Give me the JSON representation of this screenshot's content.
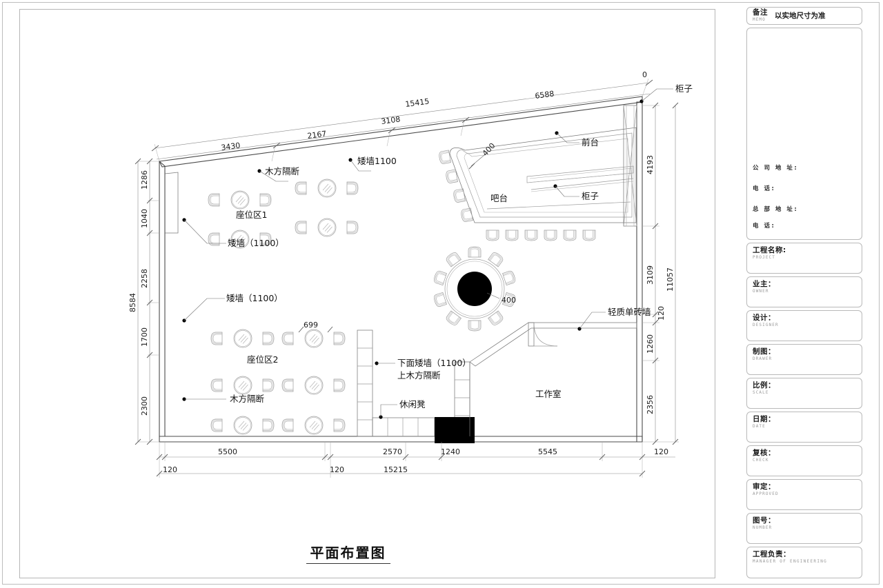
{
  "drawing": {
    "title": "平面布置图",
    "room_labels": [
      {
        "id": "seating-1",
        "text": "座位区1"
      },
      {
        "id": "seating-2",
        "text": "座位区2"
      },
      {
        "id": "workroom",
        "text": "工作室"
      },
      {
        "id": "bar",
        "text": "吧台"
      }
    ],
    "annotations": [
      {
        "id": "wood-partition-top",
        "text": "木方隔断"
      },
      {
        "id": "low-wall-1100-top",
        "text": "矮墙1100"
      },
      {
        "id": "low-wall-1100-left",
        "text": "矮墙（1100）"
      },
      {
        "id": "low-wall-1100-mid",
        "text": "矮墙（1100）"
      },
      {
        "id": "wood-partition-bottom",
        "text": "木方隔断"
      },
      {
        "id": "reception",
        "text": "前台"
      },
      {
        "id": "cabinet-top",
        "text": "柜子"
      },
      {
        "id": "cabinet-bar",
        "text": "柜子"
      },
      {
        "id": "light-brick-wall",
        "text": "轻质单砖墙"
      },
      {
        "id": "partition-note-line1",
        "text": "下面矮墙（1100）"
      },
      {
        "id": "partition-note-line2",
        "text": "上木方隔断"
      },
      {
        "id": "leisure-stool",
        "text": "休闲凳"
      }
    ],
    "dimensions": {
      "top_chain_upper": [
        "15415"
      ],
      "top_chain_mid": [
        "3430",
        "2167",
        "3108",
        "6588"
      ],
      "top_origin": "0",
      "left_chain": [
        "1286",
        "1040",
        "2258",
        "1700",
        "2300"
      ],
      "left_total": "8584",
      "right_chain": [
        "4193",
        "3109",
        "120",
        "1260",
        "2356"
      ],
      "right_total": "11057",
      "bottom_chain": [
        "120",
        "5500",
        "120",
        "2570",
        "1240",
        "5545",
        "120"
      ],
      "bottom_total": "15215",
      "detail_400_bar": "400",
      "detail_400_table": "400",
      "detail_699": "699"
    }
  },
  "title_block": {
    "memo": {
      "cn": "备注",
      "en": "MEMO",
      "value": "以实地尺寸为准"
    },
    "address_block": [
      {
        "label": "公 司 地 址:"
      },
      {
        "label": "电        话:"
      },
      {
        "label": "总 部 地 址:"
      },
      {
        "label": "电        话:"
      }
    ],
    "fields": [
      {
        "cn": "工程名称:",
        "en": "PROJECT"
      },
      {
        "cn": "业主：",
        "en": "OWNER"
      },
      {
        "cn": "设计：",
        "en": "DESIGNER"
      },
      {
        "cn": "制图：",
        "en": "DRAWER"
      },
      {
        "cn": "比例：",
        "en": "SCALE"
      },
      {
        "cn": "日期：",
        "en": "DATE"
      },
      {
        "cn": "复核：",
        "en": "CHECK"
      },
      {
        "cn": "审定：",
        "en": "APPROVED"
      },
      {
        "cn": "图号：",
        "en": "NUMBER"
      },
      {
        "cn": "工程负责：",
        "en": "MANAGER OF ENGINEERING"
      }
    ]
  }
}
